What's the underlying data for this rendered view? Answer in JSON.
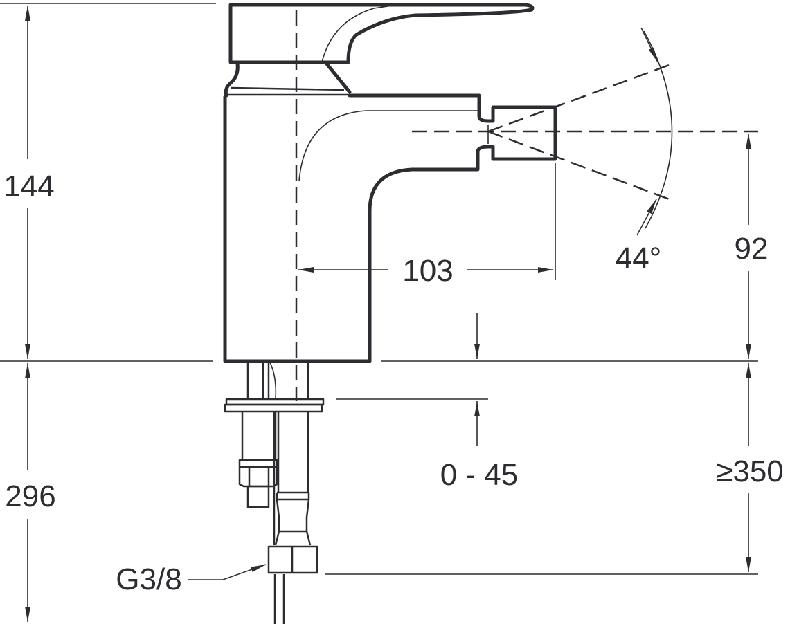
{
  "drawing": {
    "type": "bidet mixer dimension drawing",
    "dimensions": {
      "height_above_deck": "144",
      "height_below_deck": "296",
      "spout_height": "92",
      "spout_reach": "103",
      "spray_angle": "44°",
      "deck_thickness": "0 - 45",
      "min_hose_length": "≥350",
      "connection": "G3/8"
    },
    "colors": {
      "line": "#2b2d31",
      "background": "#ffffff"
    }
  }
}
